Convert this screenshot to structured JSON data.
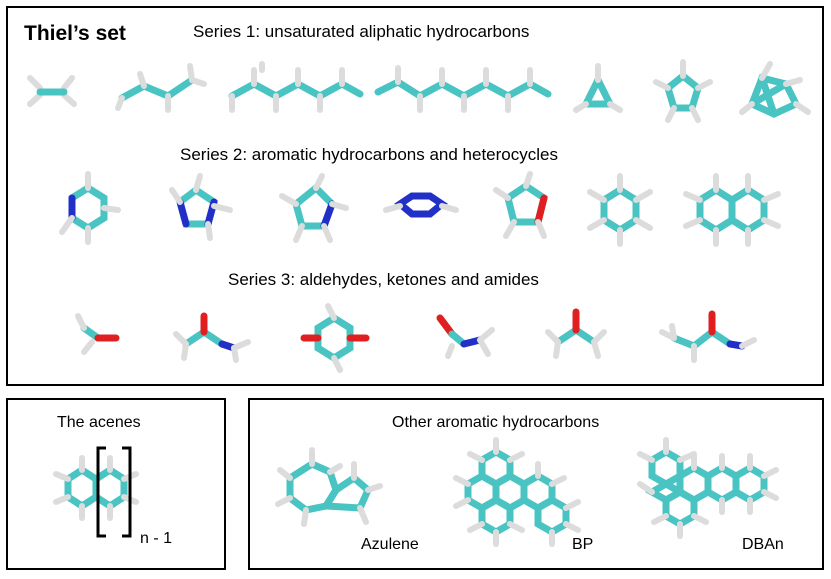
{
  "thiel": {
    "title": "Thiel’s set",
    "series1": "Series 1: unsaturated aliphatic hydrocarbons",
    "series2": "Series 2: aromatic hydrocarbons and heterocycles",
    "series3": "Series 3: aldehydes, ketones and amides"
  },
  "acenes": {
    "title": "The acenes",
    "repeat_label": "n - 1"
  },
  "other": {
    "title": "Other aromatic hydrocarbons",
    "labels": [
      "Azulene",
      "BP",
      "DBAn"
    ]
  },
  "colors": {
    "carbon": "#49c4c3",
    "nitrogen": "#2230c8",
    "oxygen": "#e02020",
    "hydrogen": "#dcdcdc"
  }
}
